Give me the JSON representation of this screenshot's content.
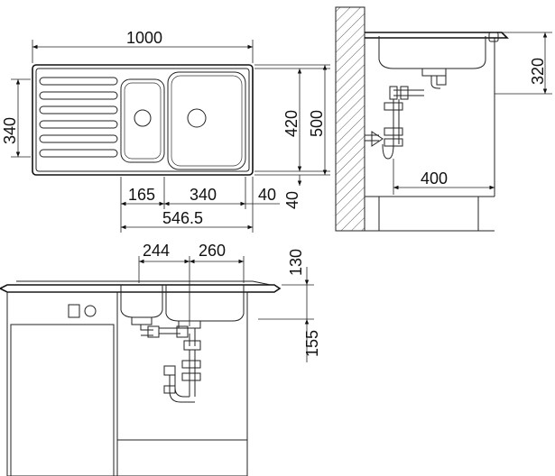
{
  "dimensions": {
    "plan_overall_width": "1000",
    "plan_height": "340",
    "plan_inner_depth": "420",
    "plan_outer_depth": "500",
    "front_offset": "40",
    "plan_drain_offset": "165",
    "plan_bowl_width": "340",
    "plan_right_margin": "40",
    "plan_total_bowls": "546.5",
    "front_bowl_small": "244",
    "front_bowl_large": "260",
    "front_depth_top": "130",
    "front_depth_bottom": "155",
    "side_height": "320",
    "side_depth": "400"
  }
}
